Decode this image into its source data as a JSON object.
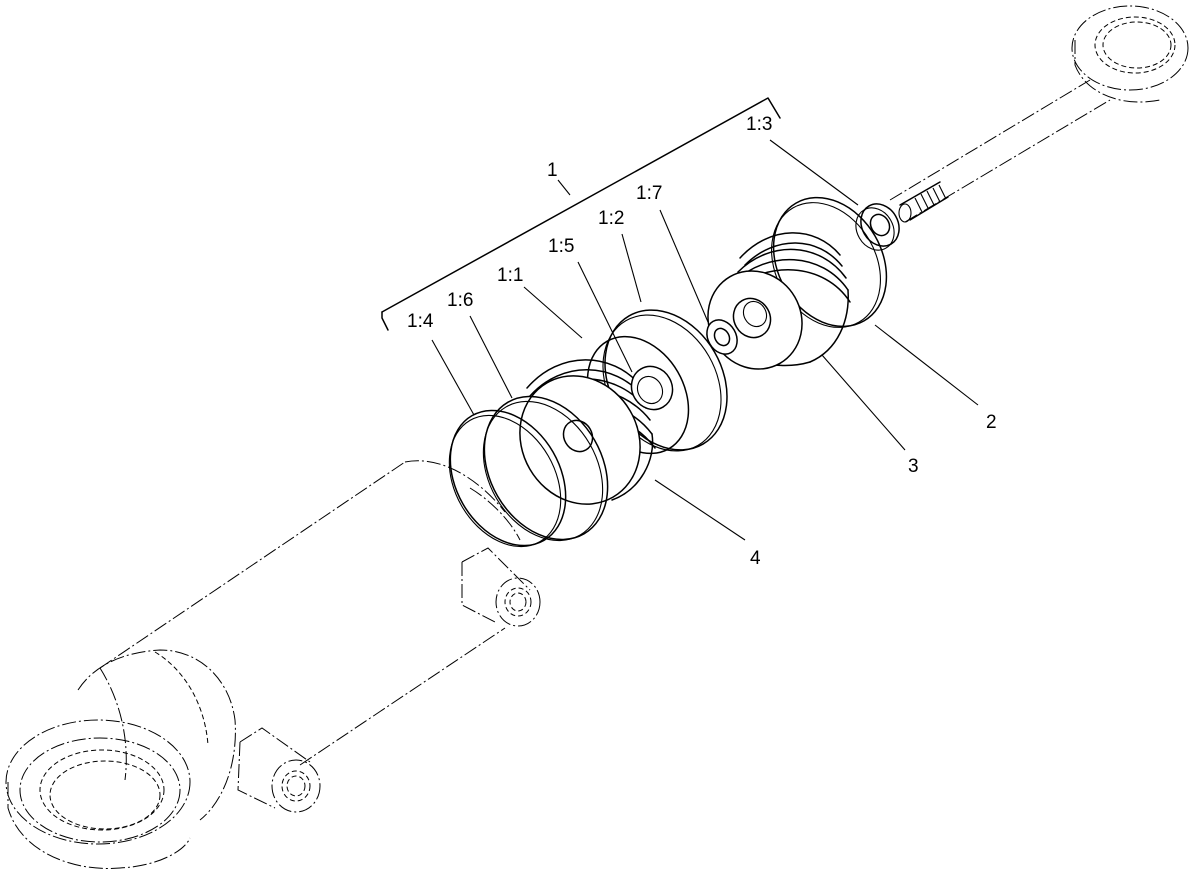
{
  "callouts": {
    "kit": "1",
    "item_1_1": "1:1",
    "item_1_2": "1:2",
    "item_1_3": "1:3",
    "item_1_4": "1:4",
    "item_1_5": "1:5",
    "item_1_6": "1:6",
    "item_1_7": "1:7",
    "item_2": "2",
    "item_3": "3",
    "item_4": "4"
  }
}
